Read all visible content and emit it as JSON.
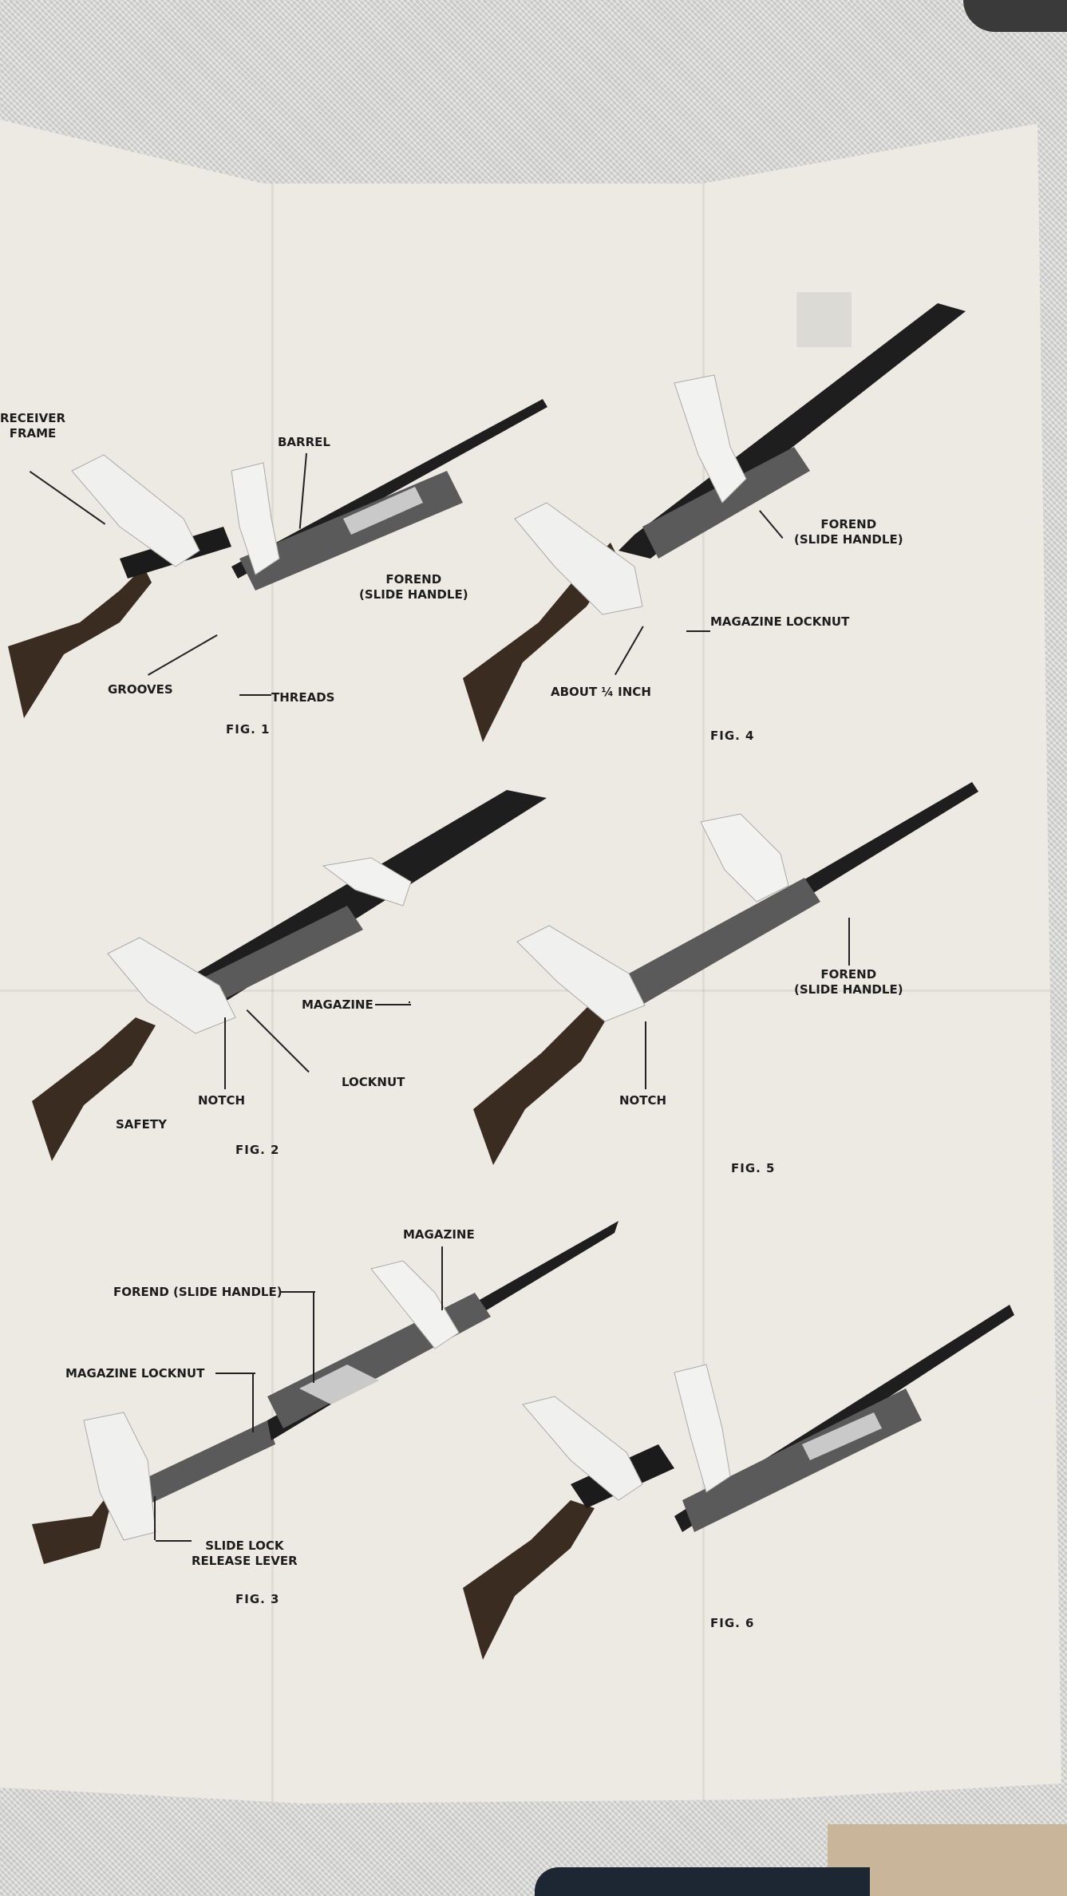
{
  "figures": [
    {
      "id": "fig1",
      "label": "FIG. 1",
      "callouts": [
        "RECEIVER\nFRAME",
        "BARREL",
        "FOREND\n(SLIDE HANDLE)",
        "GROOVES",
        "THREADS"
      ]
    },
    {
      "id": "fig2",
      "label": "FIG. 2",
      "callouts": [
        "MAGAZINE",
        "LOCKNUT",
        "NOTCH",
        "SAFETY"
      ]
    },
    {
      "id": "fig3",
      "label": "FIG. 3",
      "callouts": [
        "MAGAZINE",
        "FOREND (SLIDE HANDLE)",
        "MAGAZINE LOCKNUT",
        "SLIDE LOCK\nRELEASE LEVER"
      ]
    },
    {
      "id": "fig4",
      "label": "FIG. 4",
      "callouts": [
        "FOREND\n(SLIDE HANDLE)",
        "MAGAZINE LOCKNUT",
        "ABOUT ¼ INCH"
      ]
    },
    {
      "id": "fig5",
      "label": "FIG. 5",
      "callouts": [
        "FOREND\n(SLIDE HANDLE)",
        "NOTCH"
      ]
    },
    {
      "id": "fig6",
      "label": "FIG. 6",
      "callouts": []
    }
  ]
}
